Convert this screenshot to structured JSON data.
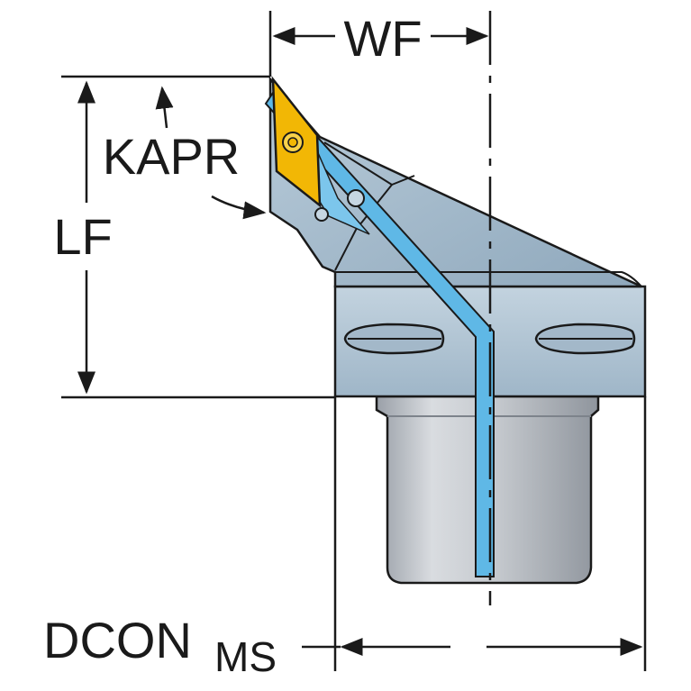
{
  "labels": {
    "wf": "WF",
    "lf": "LF",
    "kapr": "KAPR",
    "dcon": "DCON",
    "dcon_sub": "MS"
  },
  "colors": {
    "body": "#a9bfd0",
    "body_light": "#c6d6e2",
    "body_dark": "#7f98ad",
    "shank": "#c9ccd1",
    "shank_dark": "#9ea3aa",
    "insert": "#f2b705",
    "coolant": "#5fb8e6",
    "line": "#1a1a1a"
  }
}
